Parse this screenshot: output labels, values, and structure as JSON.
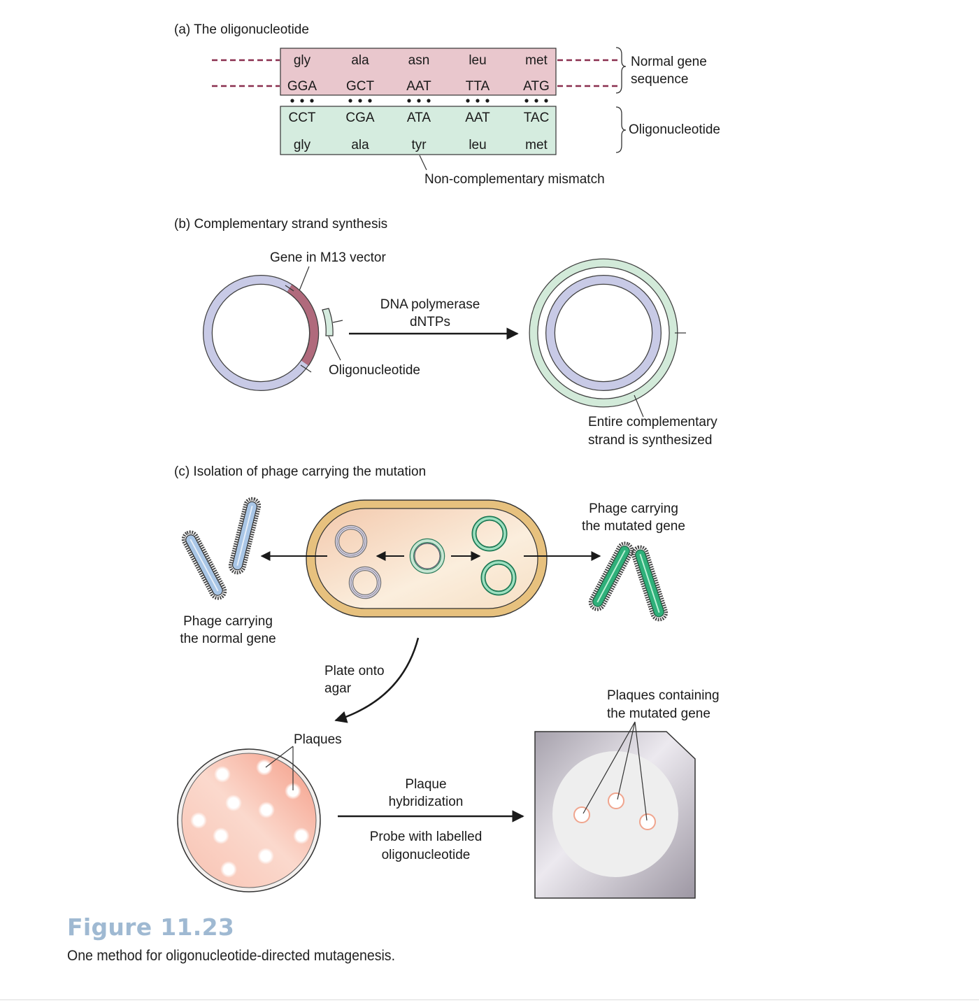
{
  "panel_a": {
    "title": "(a)  The oligonucleotide",
    "top_aa": [
      "gly",
      "ala",
      "asn",
      "leu",
      "met"
    ],
    "top_codons": [
      "GGA",
      "GCT",
      "AAT",
      "TTA",
      "ATG"
    ],
    "bottom_codons": [
      "CCT",
      "CGA",
      "ATA",
      "AAT",
      "TAC"
    ],
    "bottom_aa": [
      "gly",
      "ala",
      "tyr",
      "leu",
      "met"
    ],
    "normal_label_1": "Normal gene",
    "normal_label_2": "sequence",
    "oligo_label": "Oligonucleotide",
    "mismatch_label": "Non-complementary mismatch",
    "colors": {
      "top_fill": "#e8c9cf",
      "bottom_fill": "#d3eadd",
      "dashed": "#8a2f4f"
    }
  },
  "panel_b": {
    "title": "(b)  Complementary strand synthesis",
    "gene_label": "Gene in M13 vector",
    "oligo_label": "Oligonucleotide",
    "arrow_label_1": "DNA polymerase",
    "arrow_label_2": "dNTPs",
    "result_label_1": "Entire complementary",
    "result_label_2": "strand is synthesized",
    "colors": {
      "vector": "#c6c8e3",
      "gene": "#b06a7c",
      "new_strand": "#cfe7d6"
    }
  },
  "panel_c": {
    "title": "(c)  Isolation of phage carrying the mutation",
    "mutated_label_1": "Phage carrying",
    "mutated_label_2": "the mutated gene",
    "normal_label_1": "Phage carrying",
    "normal_label_2": "the normal gene",
    "plate_label_1": "Plate onto",
    "plate_label_2": "agar",
    "plaques_label": "Plaques",
    "hyb_label_1": "Plaque",
    "hyb_label_2": "hybridization",
    "probe_label_1": "Probe with labelled",
    "probe_label_2": "oligonucleotide",
    "plaques_mut_label_1": "Plaques containing",
    "plaques_mut_label_2": "the mutated gene",
    "colors": {
      "cell": "#f1d9b8",
      "normal_phage": "#a9c6e6",
      "mutant_phage": "#2fb07a",
      "plate": "#f6b3a4"
    }
  },
  "caption": {
    "title": "Figure 11.23",
    "text": "One method for oligonucleotide-directed mutagenesis."
  }
}
